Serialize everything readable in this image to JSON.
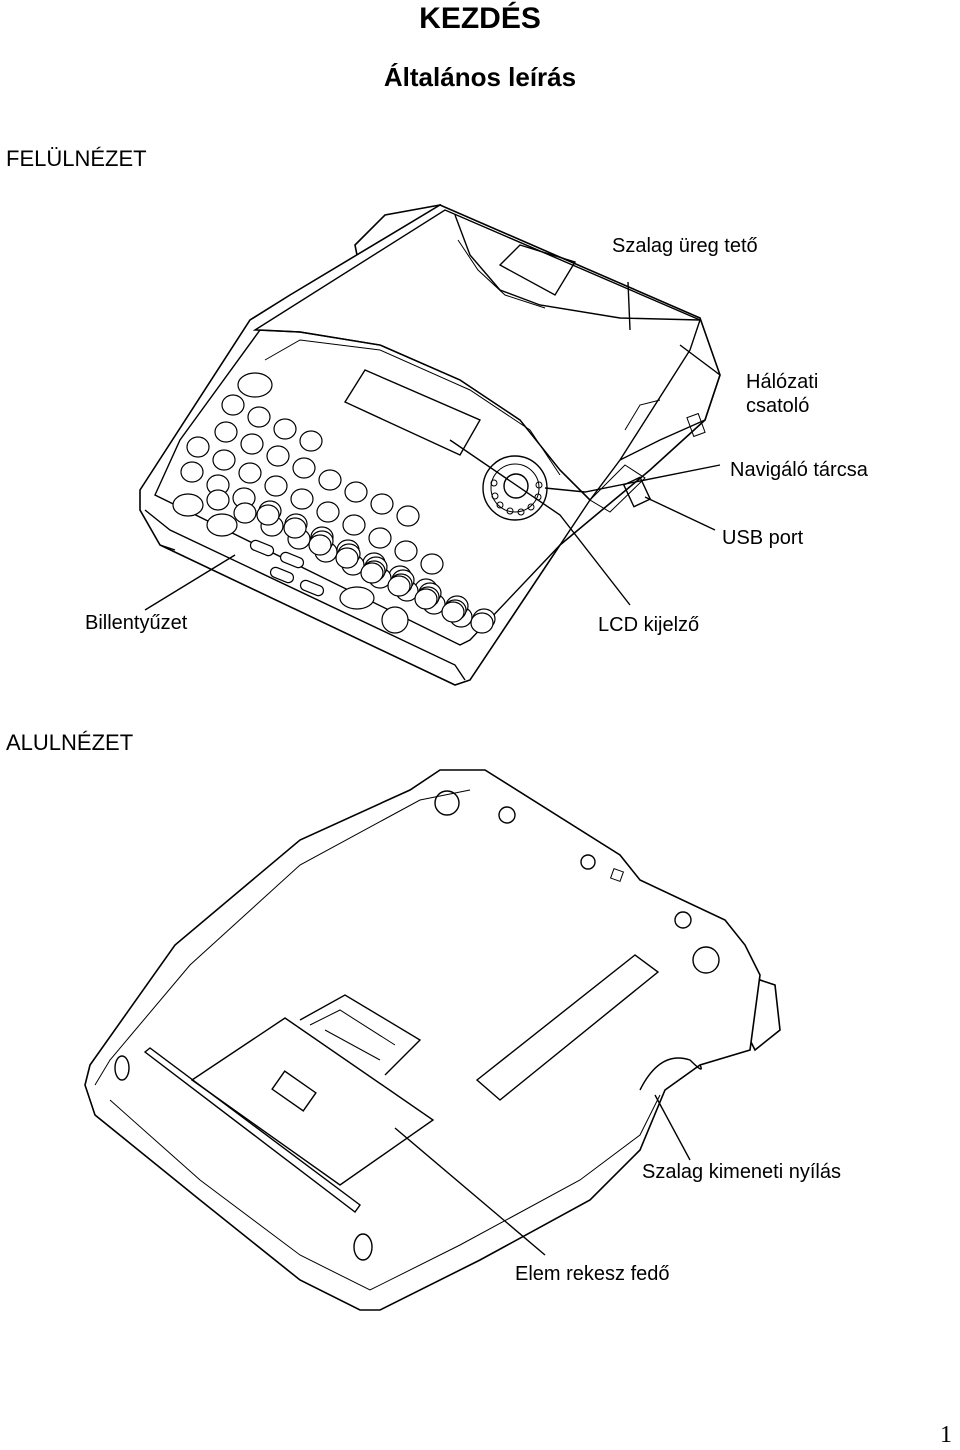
{
  "document": {
    "title": "KEZDÉS",
    "subtitle": "Általános leírás",
    "page_number": "1"
  },
  "top_view": {
    "heading": "FELÜLNÉZET",
    "labels": {
      "tape_cover": "Szalag üreg tető",
      "ac_adapter_line1": "Hálózati",
      "ac_adapter_line2": "csatoló",
      "nav_dial": "Navigáló tárcsa",
      "usb_port": "USB port",
      "keyboard": "Billentyűzet",
      "lcd": "LCD kijelző"
    }
  },
  "bottom_view": {
    "heading": "ALULNÉZET",
    "labels": {
      "tape_exit": "Szalag kimeneti nyílás",
      "battery_cover": "Elem rekesz fedő"
    }
  }
}
